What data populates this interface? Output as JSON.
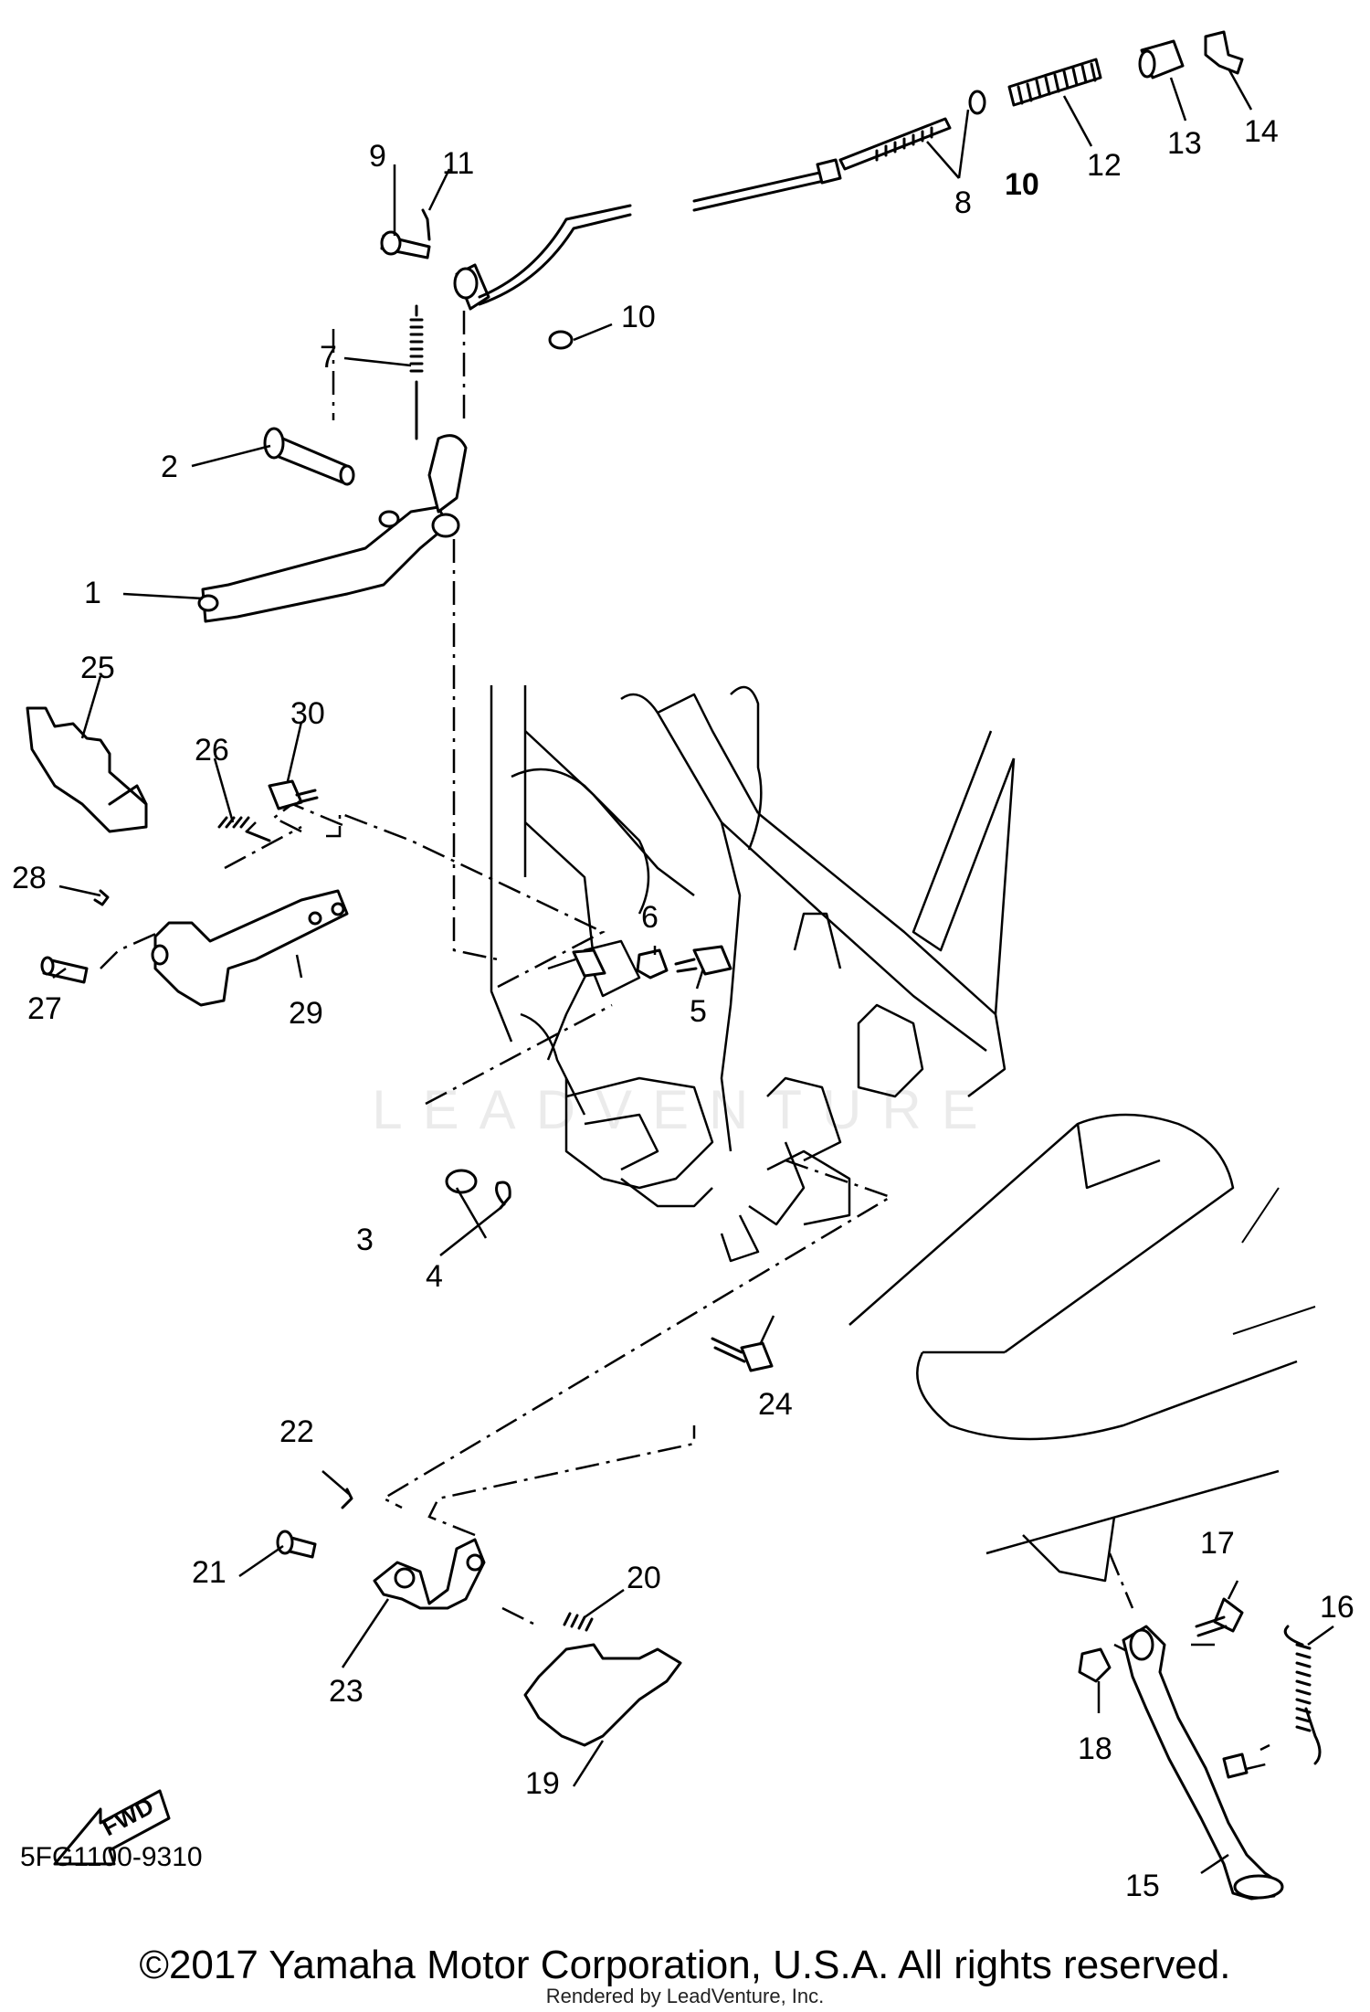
{
  "diagram": {
    "code": "5FG1100-9310",
    "watermark": "LEADVENTURE",
    "copyright": "©2017 Yamaha Motor Corporation, U.S.A. All rights reserved.",
    "rendered_by": "Rendered by LeadVenture, Inc.",
    "fwd_label": "FWD"
  },
  "callouts": [
    {
      "id": "1",
      "label": "1"
    },
    {
      "id": "2",
      "label": "2"
    },
    {
      "id": "3",
      "label": "3"
    },
    {
      "id": "4",
      "label": "4"
    },
    {
      "id": "5",
      "label": "5"
    },
    {
      "id": "6",
      "label": "6"
    },
    {
      "id": "7",
      "label": "7"
    },
    {
      "id": "8",
      "label": "8"
    },
    {
      "id": "9",
      "label": "9"
    },
    {
      "id": "10a",
      "label": "10"
    },
    {
      "id": "10b",
      "label": "10"
    },
    {
      "id": "11",
      "label": "11"
    },
    {
      "id": "12",
      "label": "12"
    },
    {
      "id": "13",
      "label": "13"
    },
    {
      "id": "14",
      "label": "14"
    },
    {
      "id": "15",
      "label": "15"
    },
    {
      "id": "16",
      "label": "16"
    },
    {
      "id": "17",
      "label": "17"
    },
    {
      "id": "18",
      "label": "18"
    },
    {
      "id": "19",
      "label": "19"
    },
    {
      "id": "20",
      "label": "20"
    },
    {
      "id": "21",
      "label": "21"
    },
    {
      "id": "22",
      "label": "22"
    },
    {
      "id": "23",
      "label": "23"
    },
    {
      "id": "24",
      "label": "24"
    },
    {
      "id": "25",
      "label": "25"
    },
    {
      "id": "26",
      "label": "26"
    },
    {
      "id": "27",
      "label": "27"
    },
    {
      "id": "28",
      "label": "28"
    },
    {
      "id": "29",
      "label": "29"
    },
    {
      "id": "30",
      "label": "30"
    }
  ]
}
